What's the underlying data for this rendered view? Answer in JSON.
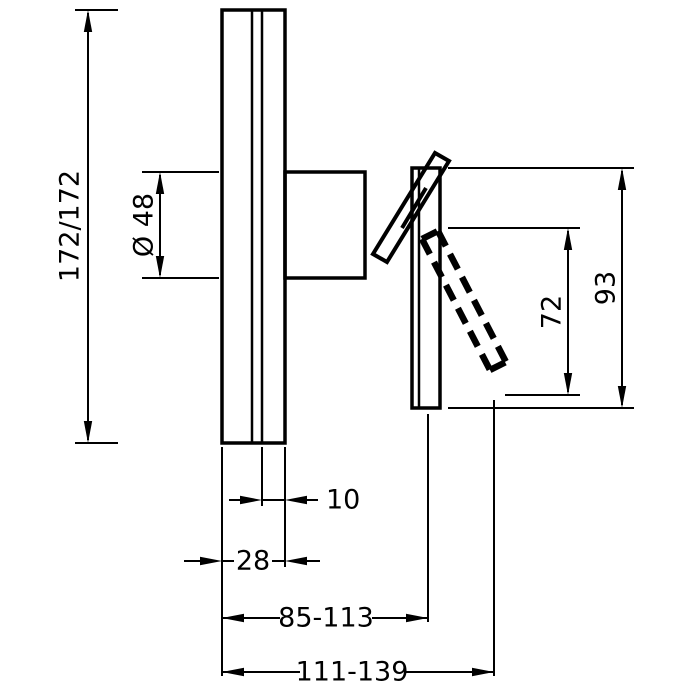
{
  "page": {
    "background": "#ffffff",
    "line_color": "#000000",
    "drawing_type": "technical dimension drawing - concealed shower mixer side view"
  },
  "labels": {
    "plate_size": "172/172",
    "diameter": "Ø 48",
    "height_total": "93",
    "lever_height": "72",
    "depth_front": "10",
    "depth_plate": "28",
    "depth_range_inner": "85-113",
    "depth_range_outer": "111-139"
  }
}
